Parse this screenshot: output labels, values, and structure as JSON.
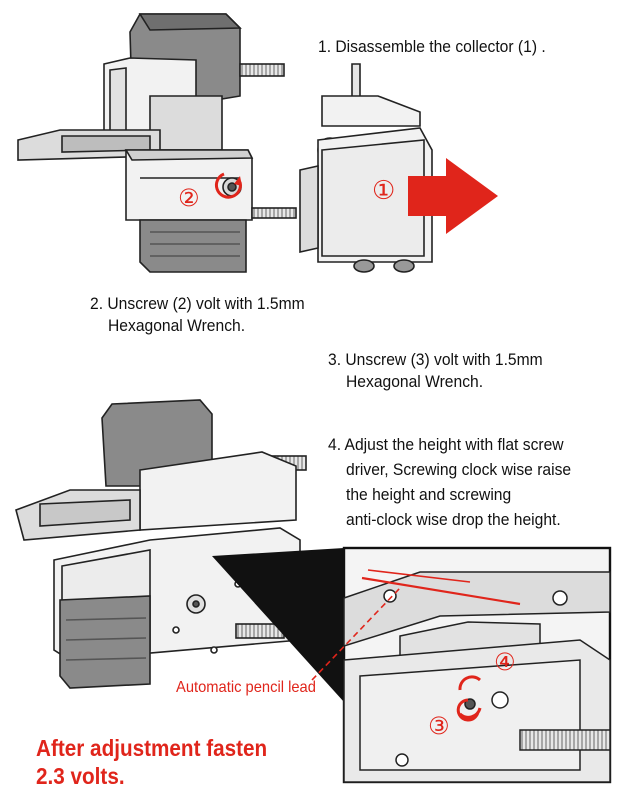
{
  "steps": {
    "step1": "1. Disassemble the collector (1) .",
    "step2_line1": "2. Unscrew (2) volt with 1.5mm",
    "step2_line2": "Hexagonal Wrench.",
    "step3_line1": "3. Unscrew (3) volt with 1.5mm",
    "step3_line2": "Hexagonal Wrench.",
    "step4_line1": "4. Adjust the height with flat screw",
    "step4_line2": "driver, Screwing clock wise raise",
    "step4_line3": "the height and screwing",
    "step4_line4": "anti-clock wise drop the height."
  },
  "labels": {
    "pencil_lead": "Automatic pencil lead",
    "marker1": "①",
    "marker2": "②",
    "marker3": "③",
    "marker4": "④"
  },
  "note": {
    "line1": "After adjustment fasten",
    "line2": "2.3 volts."
  },
  "colors": {
    "accent_red": "#e0251b",
    "device_fill": "#f2f2f2",
    "device_stroke": "#222222"
  }
}
